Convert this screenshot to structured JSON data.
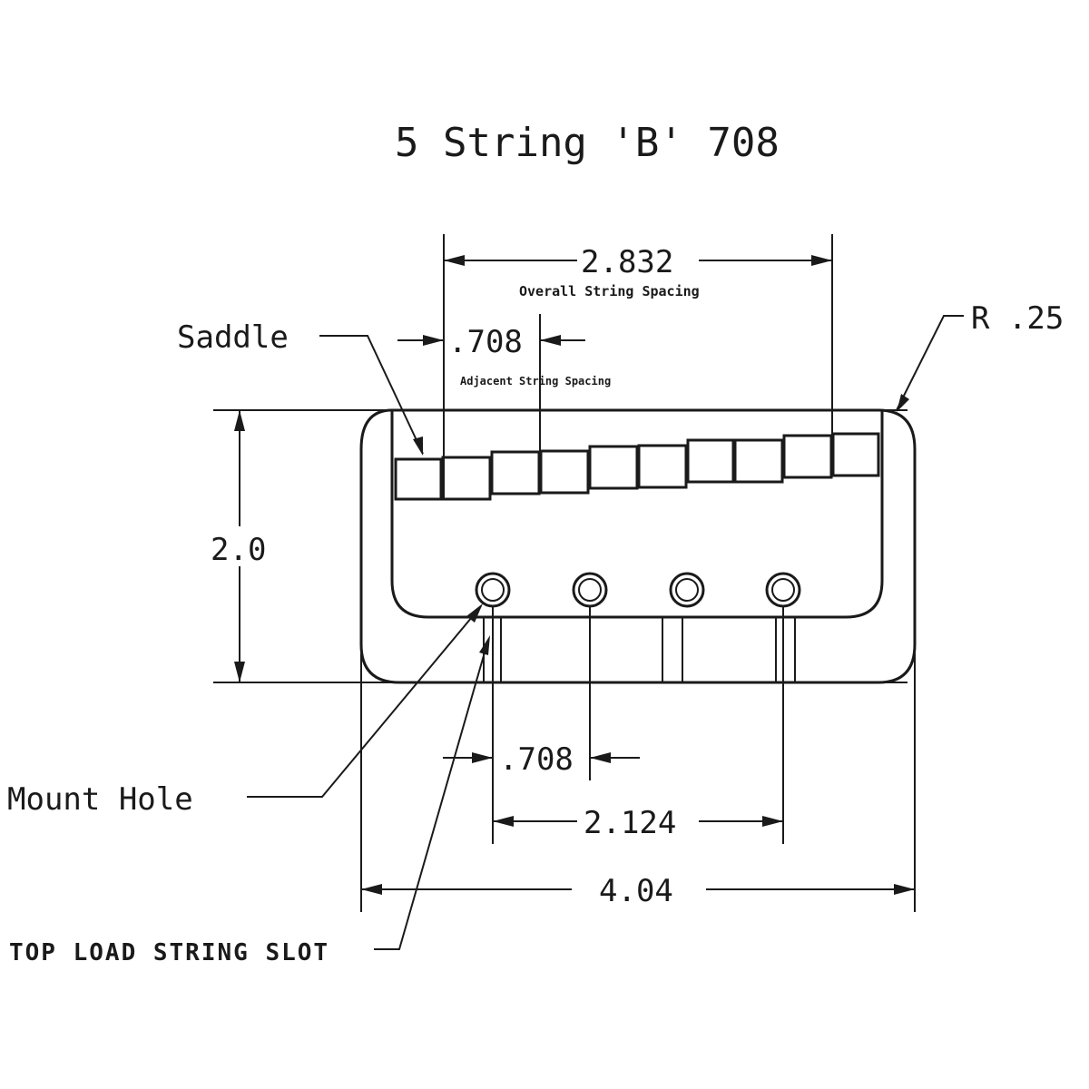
{
  "title": "5 String 'B' 708",
  "labels": {
    "saddle": "Saddle",
    "radius": "R .25",
    "mount_hole": "Mount Hole",
    "top_load_slot": "TOP LOAD STRING SLOT"
  },
  "dimensions": {
    "overall_spacing_value": "2.832",
    "overall_spacing_caption": "Overall String Spacing",
    "adjacent_spacing_value": ".708",
    "adjacent_spacing_caption": "Adjacent String Spacing",
    "height_value": "2.0",
    "hole_spacing_value": ".708",
    "hole_span_value": "2.124",
    "overall_width_value": "4.04"
  },
  "colors": {
    "line": "#1a1a1a",
    "background": "#ffffff"
  }
}
